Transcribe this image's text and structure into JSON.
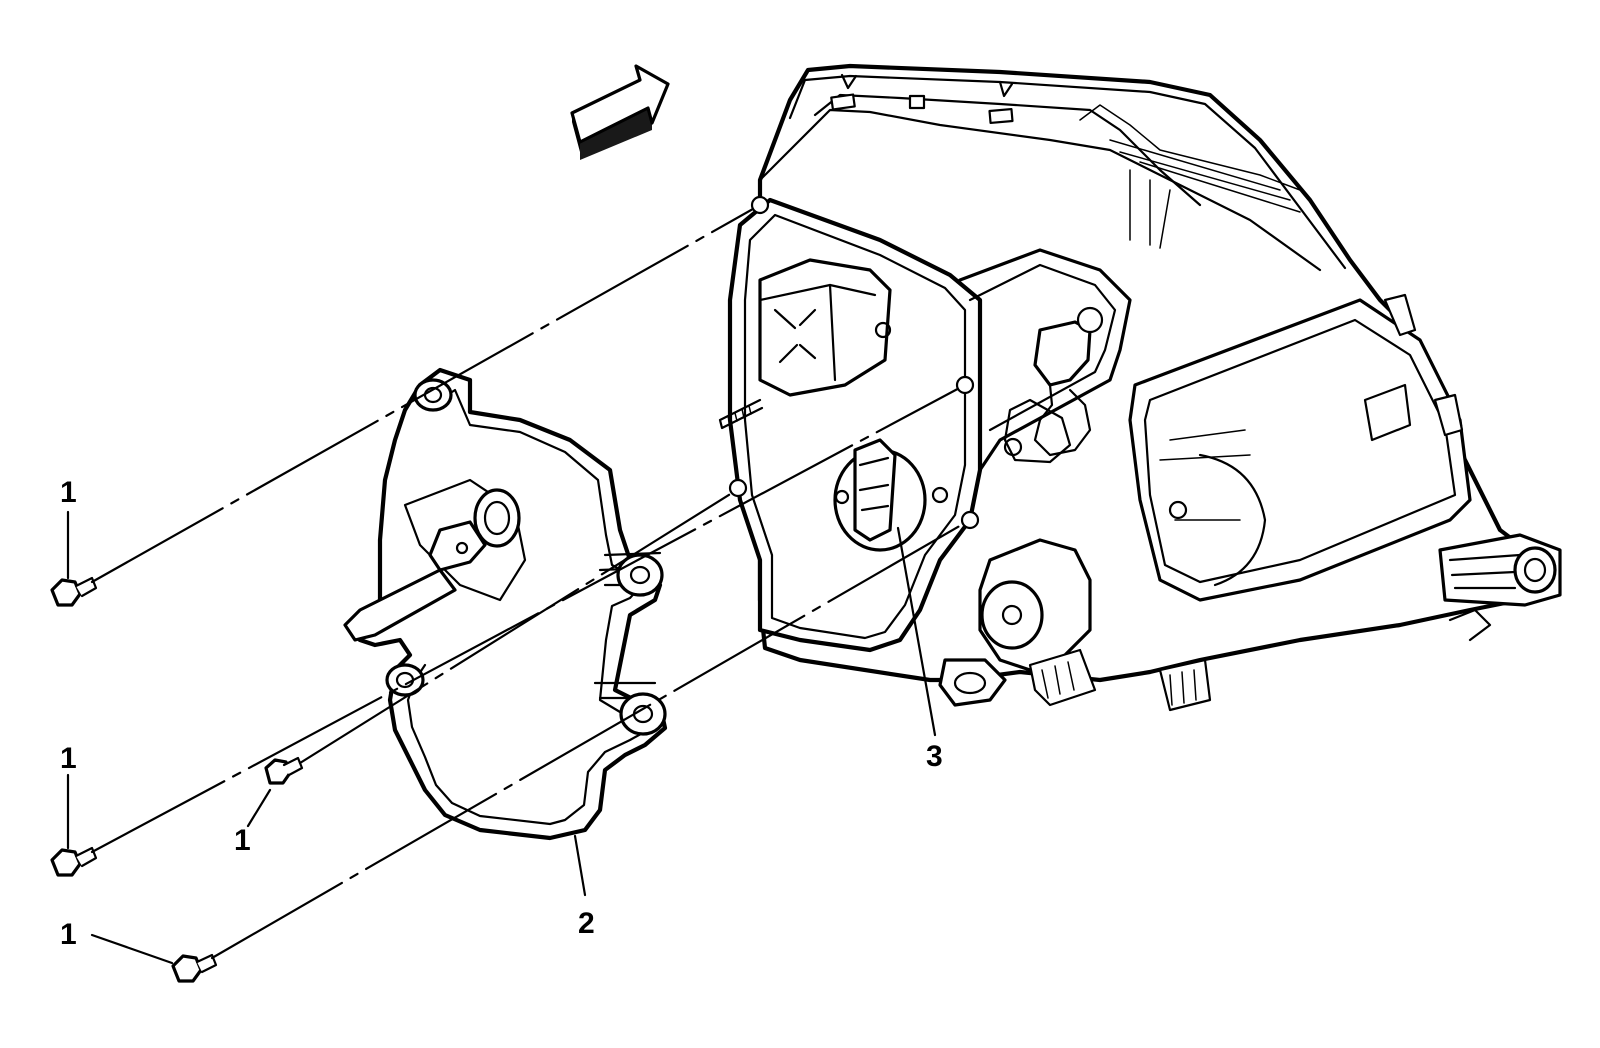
{
  "callouts": {
    "fastener_label": "1",
    "cover_label": "2",
    "connector_label": "3"
  }
}
